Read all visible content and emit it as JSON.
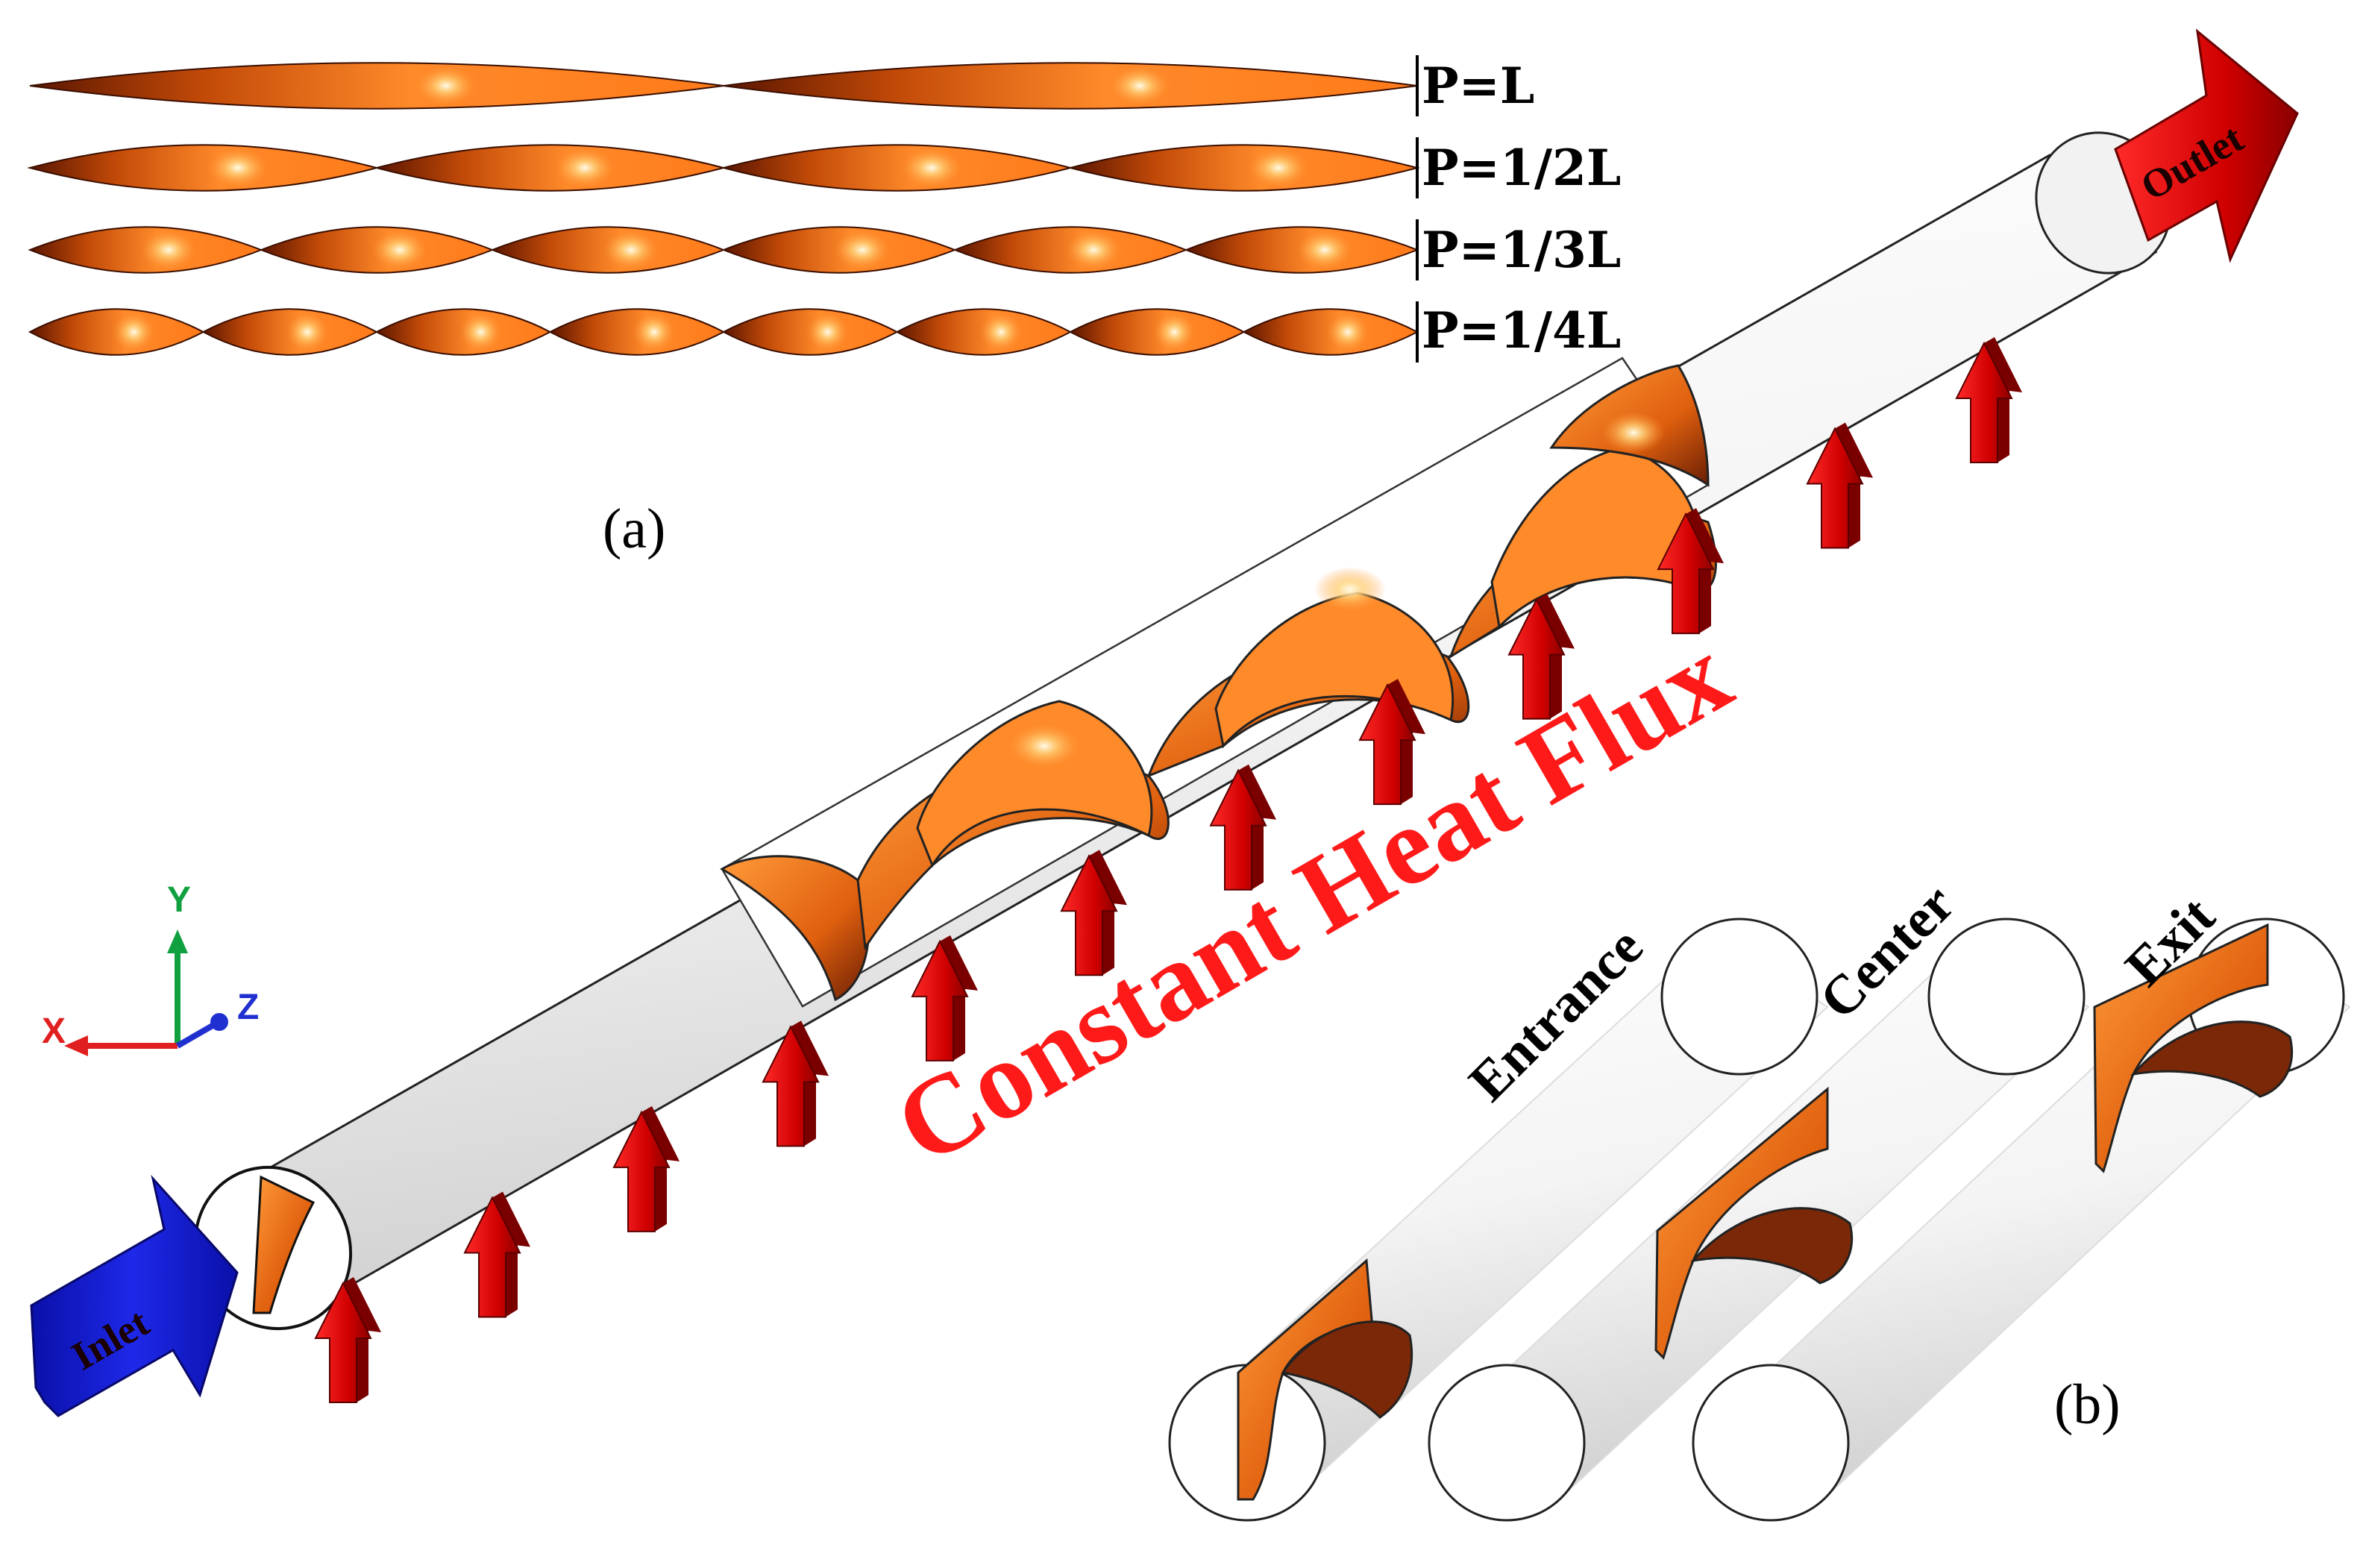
{
  "tape_variants": [
    {
      "label": "P=L",
      "pitch_fraction": 1.0
    },
    {
      "label": "P=1/2L",
      "pitch_fraction": 0.5
    },
    {
      "label": "P=1/3L",
      "pitch_fraction": 0.3333
    },
    {
      "label": "P=1/4L",
      "pitch_fraction": 0.25
    }
  ],
  "panel_a_label": "(a)",
  "panel_b_label": "(b)",
  "heat_flux_label": "Constant Heat Flux",
  "inlet_label": "Inlet",
  "outlet_label": "Outlet",
  "sections": [
    {
      "label": "Entrance"
    },
    {
      "label": "Center"
    },
    {
      "label": "Exit"
    }
  ],
  "axes": {
    "x": "X",
    "y": "Y",
    "z": "Z"
  },
  "colors": {
    "tape_light": "#ff9a3a",
    "tape_dark": "#5a1500",
    "heat_arrow": "#e00000",
    "inlet_arrow": "#1418d8",
    "outlet_arrow": "#e81010",
    "axis_x": "#e02020",
    "axis_y": "#10a040",
    "axis_z": "#2030d0"
  }
}
